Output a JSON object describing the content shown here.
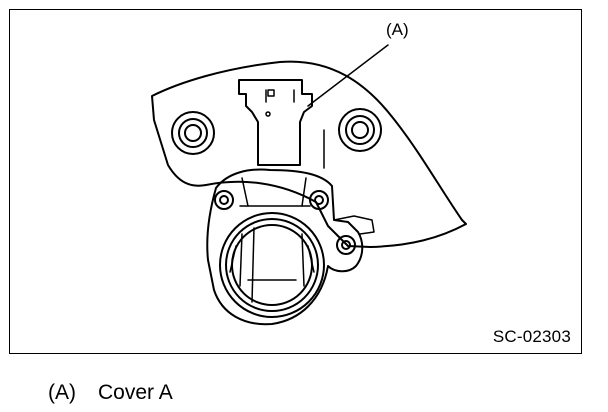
{
  "figure": {
    "callout": "(A)",
    "code": "SC-02303"
  },
  "legend": {
    "key": "(A)",
    "label": "Cover A"
  },
  "colors": {
    "line": "#000000",
    "background": "#ffffff"
  }
}
